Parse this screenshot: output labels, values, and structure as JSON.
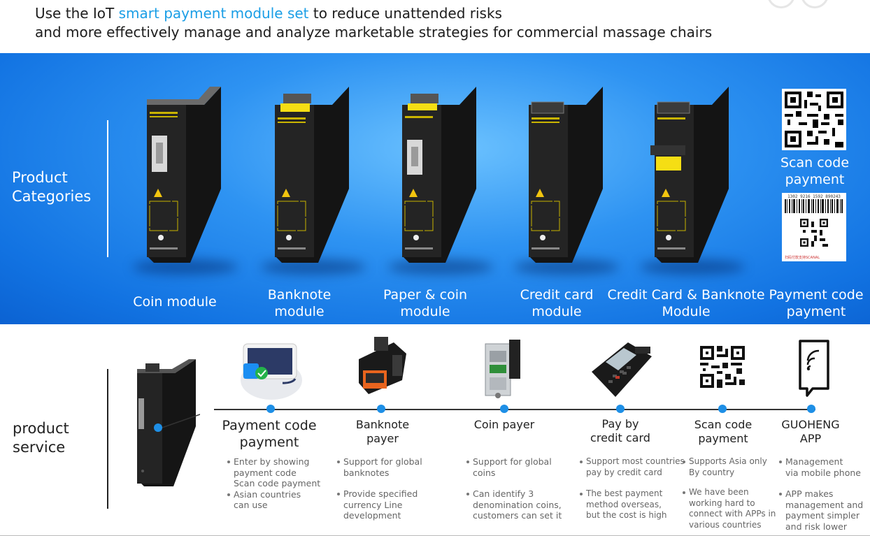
{
  "headline": {
    "line1_pre": "Use the IoT ",
    "line1_highlight": "smart payment module set",
    "line1_post": " to reduce unattended risks",
    "line2": "and more effectively manage and analyze marketable strategies for commercial massage chairs"
  },
  "categories": {
    "title_line1": "Product",
    "title_line2": "Categories",
    "items": [
      {
        "line1": "Coin module",
        "line2": ""
      },
      {
        "line1": "Banknote",
        "line2": "module"
      },
      {
        "line1": "Paper & coin",
        "line2": "module"
      },
      {
        "line1": "Credit card",
        "line2": "module"
      },
      {
        "line1": "Credit Card & Banknote",
        "line2": "Module"
      },
      {
        "line1": "Payment code",
        "line2": "payment"
      }
    ],
    "scan_code_line1": "Scan code",
    "scan_code_line2": "payment",
    "receipt_code": "1302 9216 1592 890243",
    "receipt_footnote": "扫码付款支持SCANAL"
  },
  "service": {
    "title_line1": "product",
    "title_line2": "service",
    "items": [
      {
        "label1": "Payment code",
        "label2": "payment",
        "bullets": [
          [
            "Enter by showing",
            "payment code",
            "Scan code payment"
          ],
          [
            "Asian countries",
            "can use"
          ]
        ]
      },
      {
        "label1": "Banknote",
        "label2": "payer",
        "bullets": [
          [
            "Support for global",
            "banknotes"
          ],
          [
            "Provide specified",
            "currency Line",
            "development"
          ]
        ]
      },
      {
        "label1": "Coin payer",
        "label2": "",
        "bullets": [
          [
            "Support for global",
            "coins"
          ],
          [
            "Can identify 3",
            "denomination coins,",
            "customers can set it"
          ]
        ]
      },
      {
        "label1": "Pay by",
        "label2": "credit card",
        "bullets": [
          [
            "Support most countries",
            "pay by credit card"
          ],
          [
            "The best payment",
            "method overseas,",
            "but the cost is high"
          ]
        ]
      },
      {
        "label1": "Scan code",
        "label2": "payment",
        "bullets": [
          [
            "Supports Asia only",
            "By country"
          ],
          [
            "We have been",
            "working hard to",
            "connect with APPs in",
            "various countries"
          ]
        ]
      },
      {
        "label1": "GUOHENG",
        "label2": "APP",
        "bullets": [
          [
            "Management",
            "via mobile phone"
          ],
          [
            "APP makes",
            "management and",
            "payment simpler",
            "and risk lower"
          ]
        ]
      }
    ]
  },
  "colors": {
    "accent": "#1a9ee6",
    "band": "#1a7fe8",
    "dot": "#1e8fe6"
  }
}
